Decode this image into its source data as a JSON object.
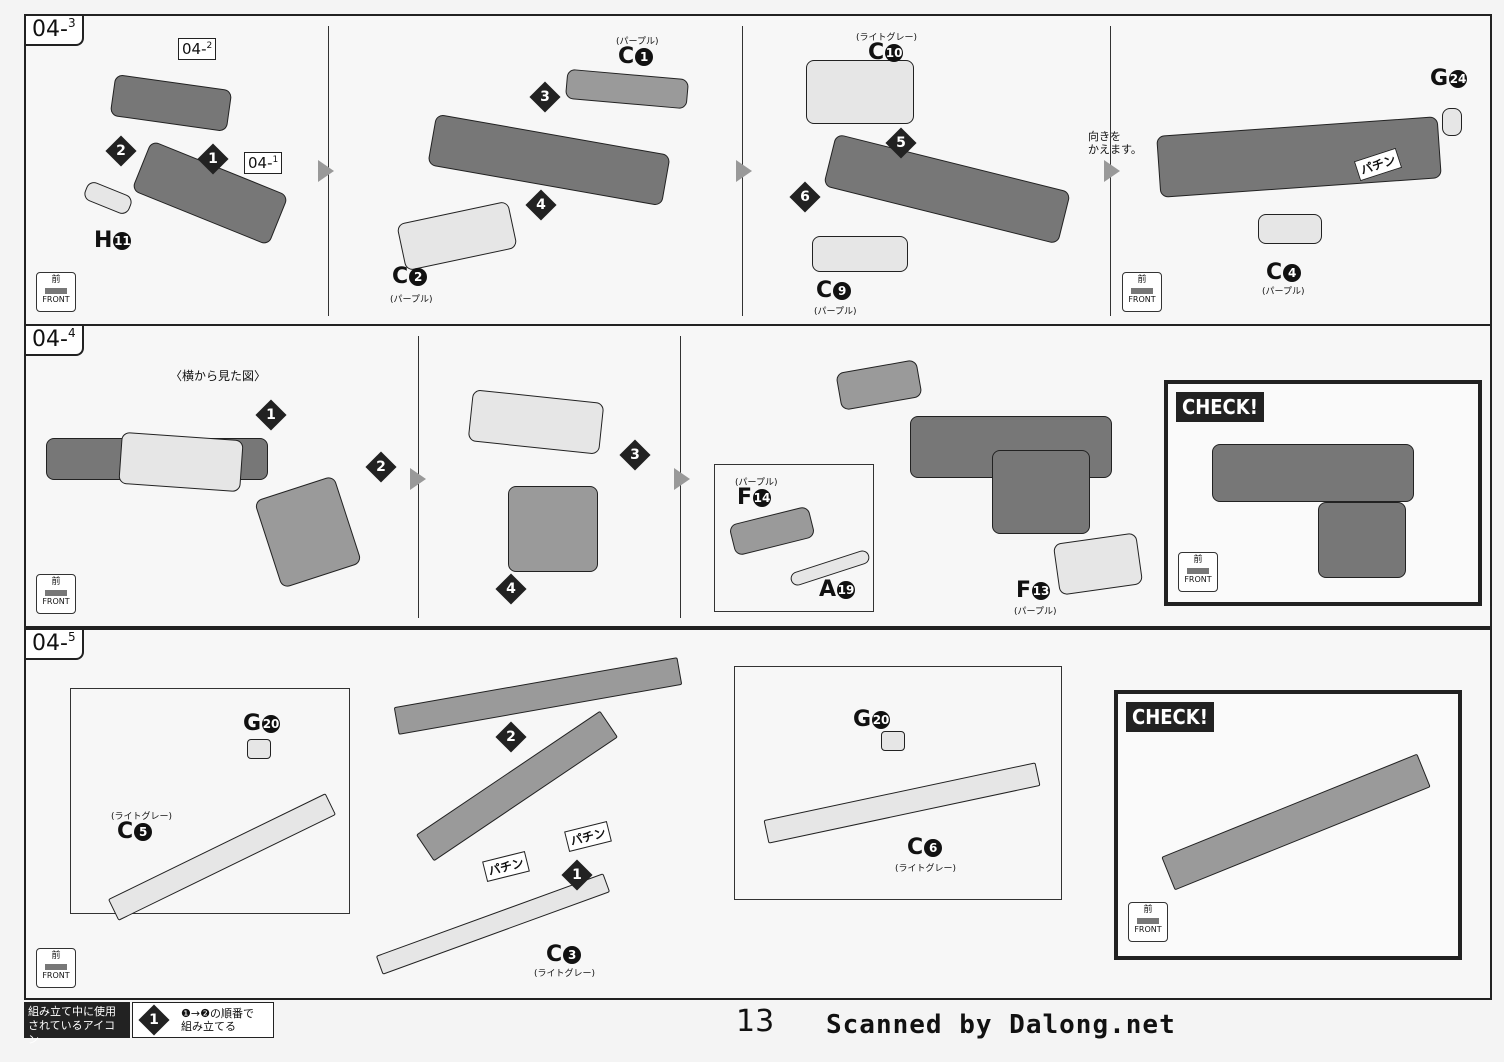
{
  "sections": [
    {
      "id": "04",
      "sub": "3"
    },
    {
      "id": "04",
      "sub": "4"
    },
    {
      "id": "04",
      "sub": "5"
    }
  ],
  "row1": {
    "ref_a": {
      "id": "04",
      "sub": "2"
    },
    "ref_b": {
      "id": "04",
      "sub": "1"
    },
    "h11": {
      "letter": "H",
      "num": "11"
    },
    "c1": {
      "letter": "C",
      "num": "1",
      "note": "(パープル)"
    },
    "c2": {
      "letter": "C",
      "num": "2",
      "note": "(パープル)"
    },
    "c10": {
      "letter": "C",
      "num": "10",
      "note": "(ライトグレー)"
    },
    "c9": {
      "letter": "C",
      "num": "9",
      "note": "(パープル)"
    },
    "g24": {
      "letter": "G",
      "num": "24"
    },
    "c4": {
      "letter": "C",
      "num": "4",
      "note": "(パープル)"
    },
    "turn_note_1": "向きを",
    "turn_note_2": "かえます。",
    "sfx": "パチン",
    "steps": [
      "2",
      "1",
      "3",
      "4",
      "5",
      "6"
    ]
  },
  "row2": {
    "side_view": "〈横から見た図〉",
    "f14": {
      "letter": "F",
      "num": "14",
      "note": "(パープル)"
    },
    "a19": {
      "letter": "A",
      "num": "19"
    },
    "f13": {
      "letter": "F",
      "num": "13",
      "note": "(パープル)"
    },
    "check": "CHECK!",
    "steps": [
      "1",
      "2",
      "3",
      "4"
    ]
  },
  "row3": {
    "g20a": {
      "letter": "G",
      "num": "20"
    },
    "c5": {
      "letter": "C",
      "num": "5",
      "note": "(ライトグレー)"
    },
    "c3": {
      "letter": "C",
      "num": "3",
      "note": "(ライトグレー)"
    },
    "g20b": {
      "letter": "G",
      "num": "20"
    },
    "c6": {
      "letter": "C",
      "num": "6",
      "note": "(ライトグレー)"
    },
    "check": "CHECK!",
    "sfx": "パチン",
    "steps": [
      "2",
      "1"
    ]
  },
  "front": {
    "ja": "前",
    "en": "FRONT"
  },
  "footer": {
    "legend_line1": "組み立て中に使用",
    "legend_line2": "されているアイコン",
    "legend_step": "1",
    "legend_order": "❶→❷の順番で",
    "legend_assemble": "組み立てる",
    "page_number": "13",
    "scan_credit": "Scanned by Dalong.net"
  },
  "colors": {
    "ink": "#111111",
    "part_purple": "#777777",
    "part_light": "#e6e6e6",
    "panel": "#f7f7f7"
  }
}
